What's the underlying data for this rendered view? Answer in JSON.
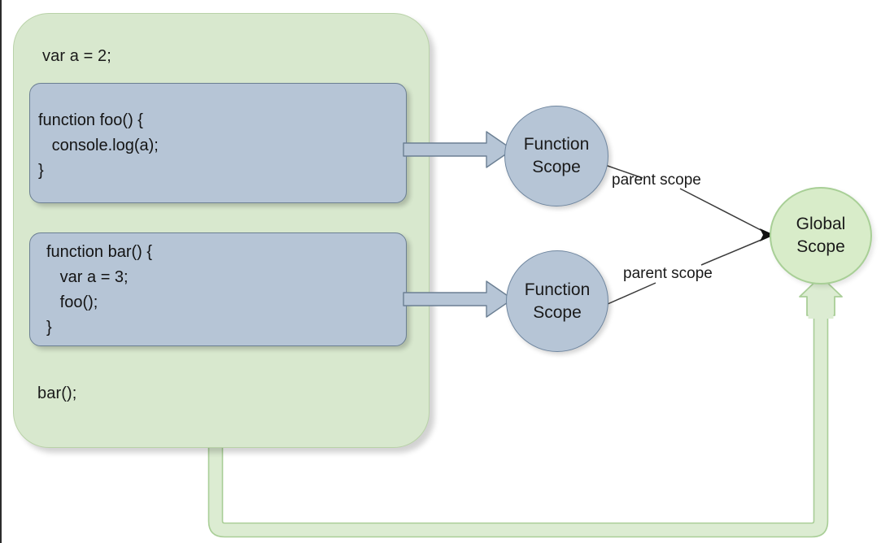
{
  "diagram": {
    "title": "JavaScript Scope Chain Diagram",
    "colors": {
      "global_fill": "#d8e8ce",
      "global_border": "#b9d2a8",
      "function_fill": "#b6c5d6",
      "function_border": "#6b7f93",
      "global_circle_fill": "#d8ecc9",
      "global_circle_border": "#a8cf96",
      "arrow_line": "#333333",
      "text": "#1a1a1a"
    },
    "global_container": {
      "name": "global-scope-container",
      "top_code": "var a = 2;",
      "bottom_code": "bar();"
    },
    "function_boxes": [
      {
        "name": "function-foo-box",
        "code": "function foo() {\n   console.log(a);\n}"
      },
      {
        "name": "function-bar-box",
        "code": "function bar() {\n   var a = 3;\n   foo();\n}"
      }
    ],
    "scope_circles": [
      {
        "name": "function-scope-foo",
        "label": "Function\nScope"
      },
      {
        "name": "function-scope-bar",
        "label": "Function\nScope"
      },
      {
        "name": "global-scope-circle",
        "label": "Global\nScope"
      }
    ],
    "edge_labels": [
      {
        "name": "parent-scope-foo",
        "text": "parent scope"
      },
      {
        "name": "parent-scope-bar",
        "text": "parent scope"
      }
    ]
  }
}
